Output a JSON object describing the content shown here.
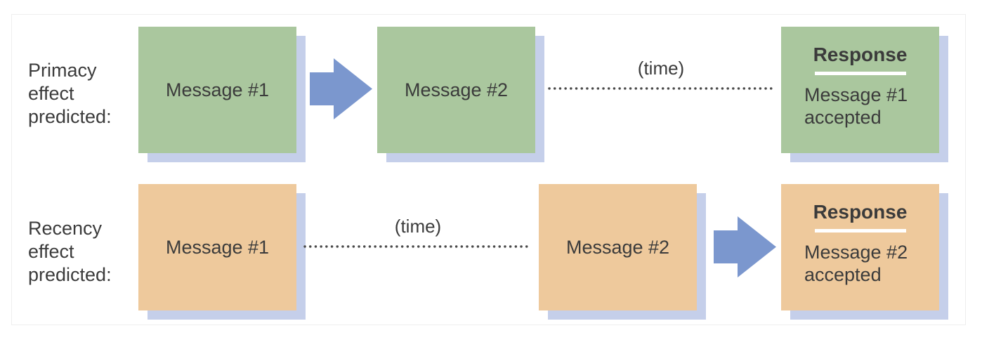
{
  "colors": {
    "green": "#aac79e",
    "orange": "#eec99c",
    "shadow": "#c5cfea",
    "arrow": "#7b97ce",
    "text": "#3b3b3b",
    "dots": "#4a4a4a"
  },
  "rows": [
    {
      "label": "Primacy\neffect\npredicted:",
      "box1": "Message #1",
      "box2": "Message #2",
      "time_label": "(time)",
      "response_title": "Response",
      "response_body": "Message #1\naccepted"
    },
    {
      "label": "Recency\neffect\npredicted:",
      "box1": "Message #1",
      "box2": "Message #2",
      "time_label": "(time)",
      "response_title": "Response",
      "response_body": "Message #2\naccepted"
    }
  ]
}
